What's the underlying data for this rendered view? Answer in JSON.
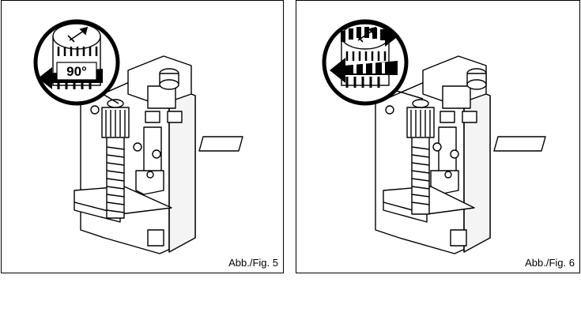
{
  "figures": [
    {
      "caption": "Abb./Fig. 5",
      "rotation_label": "90°",
      "rotation_arrow": "single"
    },
    {
      "caption": "Abb./Fig. 6",
      "rotation_label": "",
      "rotation_arrow": "double"
    }
  ],
  "colors": {
    "line": "#000000",
    "fill": "#ffffff",
    "light_fill": "#f2f2f2"
  },
  "icons": [
    "screwdriver-icon",
    "rotation-arrow-icon"
  ]
}
